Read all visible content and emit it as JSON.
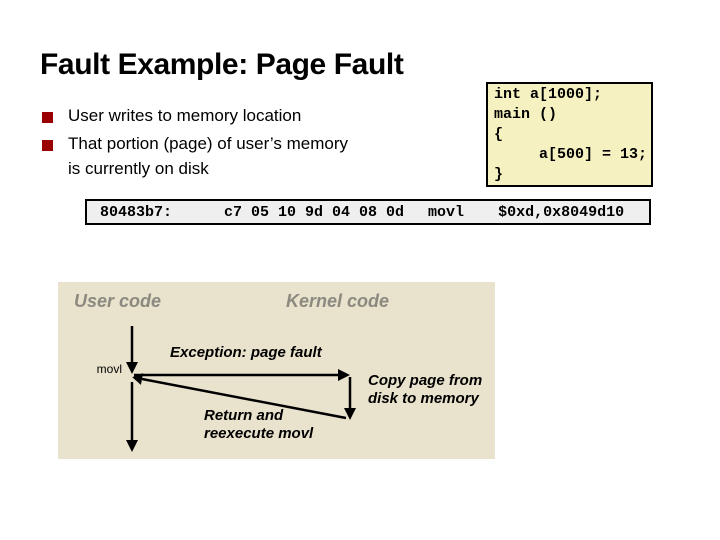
{
  "title": "Fault Example: Page Fault",
  "bullets": [
    {
      "lines": [
        "User writes to memory location"
      ]
    },
    {
      "lines": [
        "That portion (page) of user’s memory",
        "is currently on disk"
      ]
    }
  ],
  "code_box": {
    "lines": [
      "int a[1000];",
      "main ()",
      "{",
      "     a[500] = 13;",
      "}"
    ]
  },
  "asm": {
    "address": "80483b7:",
    "bytes": "c7 05 10 9d 04 08 0d",
    "mnemonic": "movl",
    "operand": "$0xd,0x8049d10"
  },
  "diagram": {
    "user_code_label": "User code",
    "kernel_code_label": "Kernel code",
    "movl_label": "movl",
    "exception_label": "Exception: page fault",
    "return_line1": "Return and",
    "return_line2": "reexecute movl",
    "copy_line1": "Copy page from",
    "copy_line2": "disk to memory"
  },
  "colors": {
    "text": "#000000",
    "bullet_red": "#9B0000",
    "code_box_bg": "#F5F1C1",
    "code_box_border": "#000000",
    "asm_bar_bg": "#EFEFEF",
    "panel_bg": "#E9E2CC",
    "muted_label": "#8C8A80"
  }
}
